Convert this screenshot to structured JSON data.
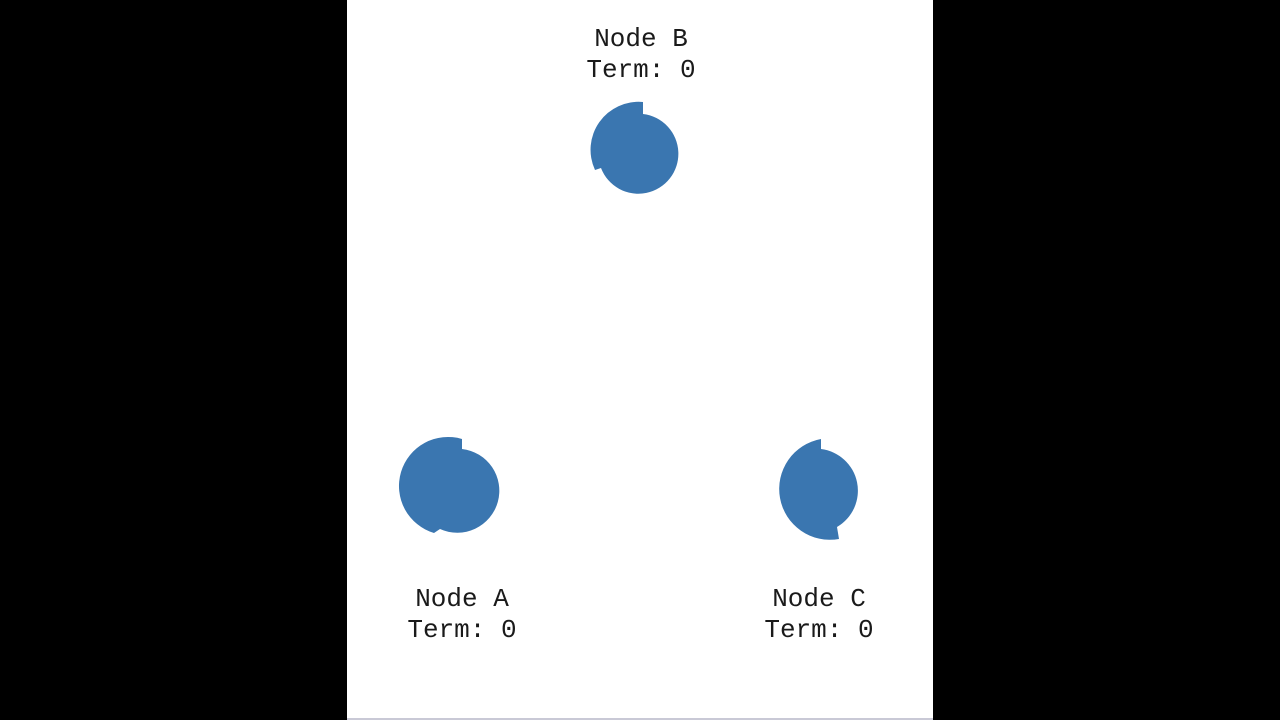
{
  "nodes": [
    {
      "id": "A",
      "name": "Node A",
      "term_label": "Term:",
      "term": "0"
    },
    {
      "id": "B",
      "name": "Node B",
      "term_label": "Term:",
      "term": "0"
    },
    {
      "id": "C",
      "name": "Node C",
      "term_label": "Term:",
      "term": "0"
    }
  ],
  "colors": {
    "node_fill": "#3a76b0",
    "background": "#ffffff",
    "letterbox": "#000000"
  }
}
